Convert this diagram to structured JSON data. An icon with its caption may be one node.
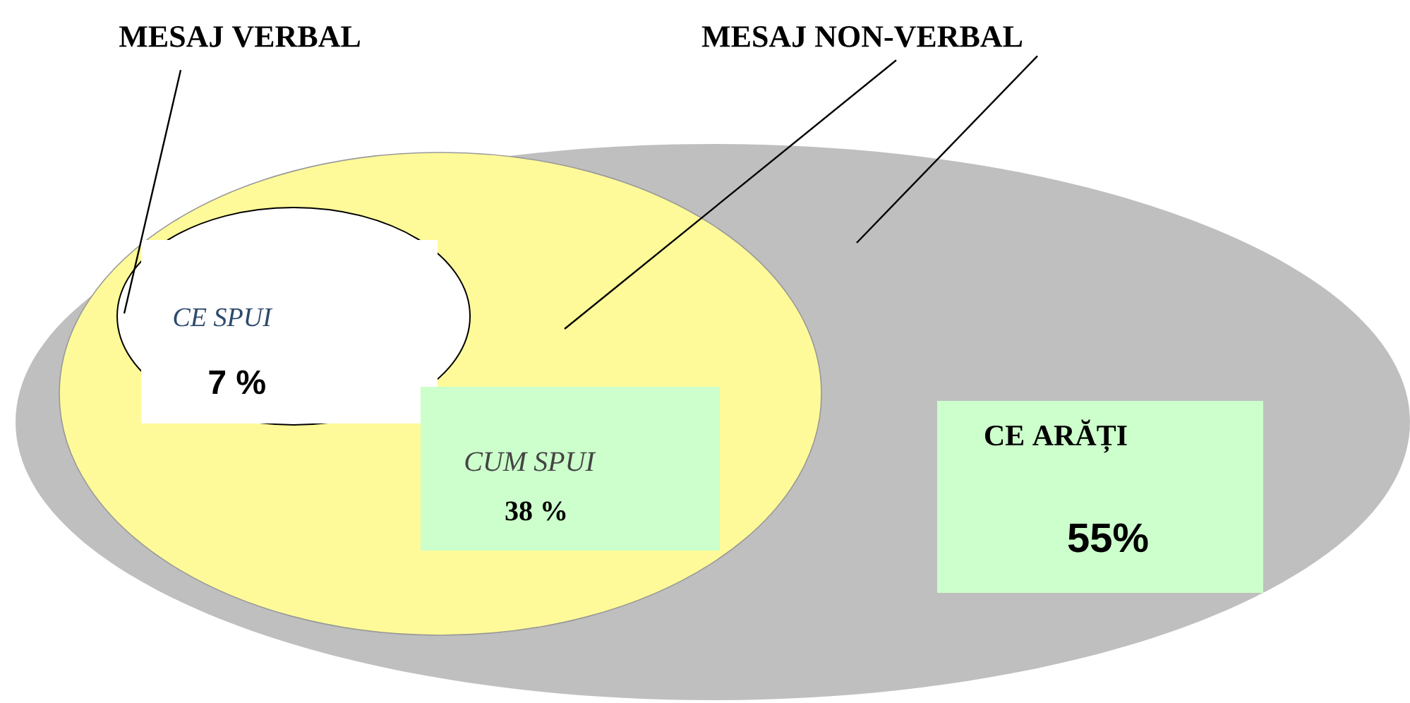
{
  "diagram": {
    "nodes": [
      {
        "text": [
          "MESAJ VERBAL"
        ]
      },
      {
        "text": [
          "MESAJ NON-VERBAL"
        ]
      },
      {
        "text": [],
        "shape": "ellipse"
      },
      {
        "text": [],
        "shape": "ellipse",
        "in": 2
      },
      {
        "text": [
          "CE SPUI",
          "7 %"
        ],
        "in": 3
      },
      {
        "text": [
          "CUM SPUI",
          "38 %"
        ],
        "in": 3
      },
      {
        "text": [
          "CE ARĂȚI",
          "55%"
        ],
        "in": 2
      }
    ],
    "edges": [
      {
        "from": 0,
        "to": 4,
        "arrow": "none"
      },
      {
        "from": 1,
        "to": 3,
        "arrow": "none"
      },
      {
        "from": 1,
        "to": 2,
        "arrow": "none"
      }
    ]
  }
}
